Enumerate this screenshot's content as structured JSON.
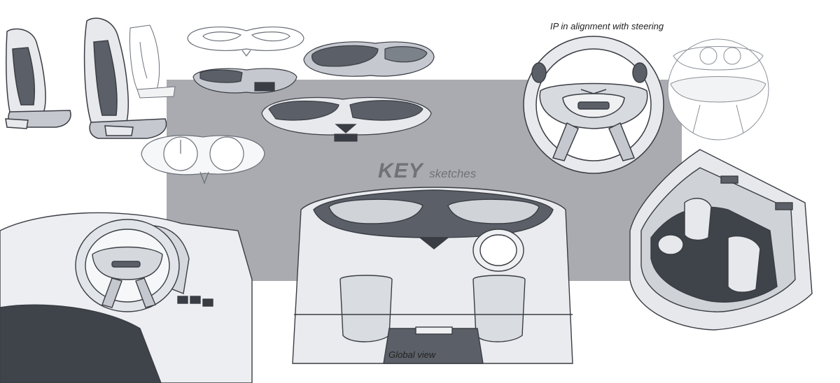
{
  "title": {
    "main": "KEY",
    "sub": "sketches"
  },
  "captions": {
    "ip_alignment": "IP in alignment with steering",
    "global_view": "Global view"
  },
  "colors": {
    "backdrop": "#a9abb0",
    "sketch_line": "#3a3d44",
    "fill_light": "#e7e9ec",
    "fill_mid": "#c5c9cf",
    "fill_dark": "#5b6068"
  },
  "icons": [
    "seat-sketch",
    "instrument-panel-sketch",
    "steering-wheel-sketch",
    "cockpit-sketch",
    "interior-topview-sketch",
    "cabin-iso-sketch"
  ]
}
